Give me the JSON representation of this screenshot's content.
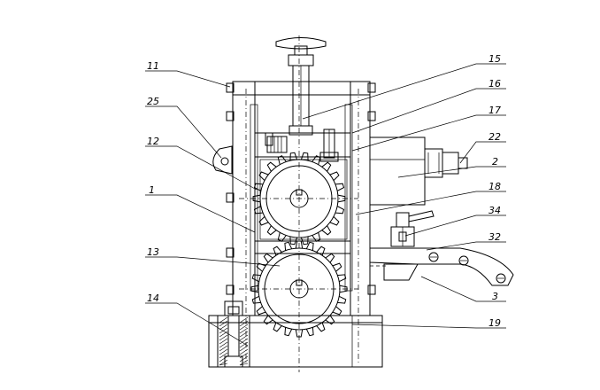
{
  "drawing": {
    "callouts": [
      {
        "id": "11",
        "label": "11"
      },
      {
        "id": "25",
        "label": "25"
      },
      {
        "id": "12",
        "label": "12"
      },
      {
        "id": "1",
        "label": "1"
      },
      {
        "id": "13",
        "label": "13"
      },
      {
        "id": "14",
        "label": "14"
      },
      {
        "id": "15",
        "label": "15"
      },
      {
        "id": "16",
        "label": "16"
      },
      {
        "id": "17",
        "label": "17"
      },
      {
        "id": "22",
        "label": "22"
      },
      {
        "id": "2",
        "label": "2"
      },
      {
        "id": "18",
        "label": "18"
      },
      {
        "id": "34",
        "label": "34"
      },
      {
        "id": "32",
        "label": "32"
      },
      {
        "id": "3",
        "label": "3"
      },
      {
        "id": "19",
        "label": "19"
      }
    ]
  }
}
